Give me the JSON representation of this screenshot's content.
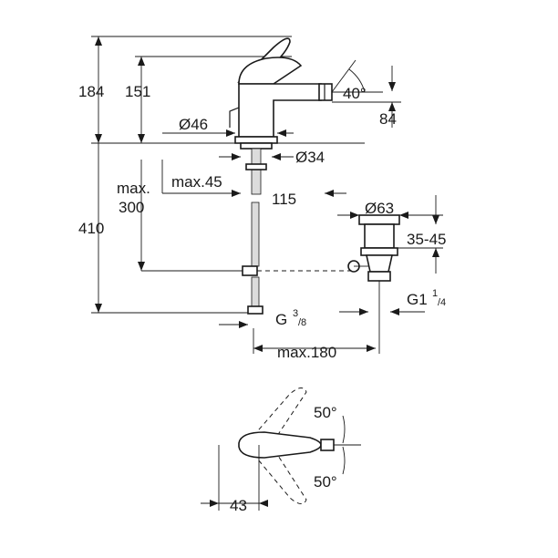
{
  "dimensions": {
    "height_total": "184",
    "height_spout": "151",
    "angle_spout": "40°",
    "spout_offset": "84",
    "base_diameter": "Ø46",
    "hole_diameter": "Ø34",
    "max_label": "max.",
    "max_hose": "300",
    "max_thickness": "max.45",
    "overall_height": "410",
    "waste_offset": "115",
    "waste_diameter": "Ø63",
    "waste_range": "35-45",
    "waste_thread_main": "G1",
    "waste_thread_num": "1",
    "waste_thread_den": "/4",
    "inlet_thread_main": "G",
    "inlet_thread_num": "3",
    "inlet_thread_den": "/8",
    "max_reach": "max.180",
    "top_angle_1": "50°",
    "top_angle_2": "50°",
    "top_offset": "43"
  }
}
